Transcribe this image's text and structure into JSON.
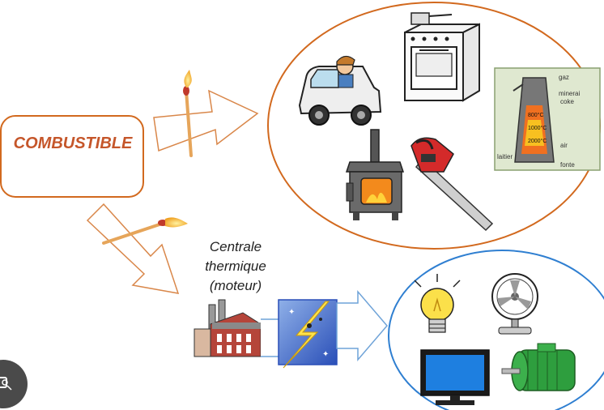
{
  "main_box": {
    "label": "COMBUSTIBLE"
  },
  "power_plant": {
    "line1": "Centrale",
    "line2": "thermique",
    "line3": "(moteur)"
  },
  "heat_uses": [
    "car-with-driver",
    "kitchen-stove",
    "blast-furnace",
    "wood-stove",
    "chainsaw"
  ],
  "electric_uses": [
    "light-bulb",
    "electric-fan",
    "monitor",
    "electric-motor"
  ],
  "furnace": {
    "labels": {
      "gas": "gaz",
      "ore": "minerai",
      "coke": "coke",
      "t1": "800°C",
      "t2": "1000°C",
      "t3": "2000°C",
      "air": "air",
      "slag": "laitier",
      "iron": "fonte"
    }
  },
  "colors": {
    "combustible_border": "#d2691e",
    "combustible_text": "#c5562a",
    "heat_circle": "#d2691e",
    "electric_circle": "#2f7fd1",
    "arrow": "#d9874a",
    "bolt_box": "#3a5fbf"
  }
}
